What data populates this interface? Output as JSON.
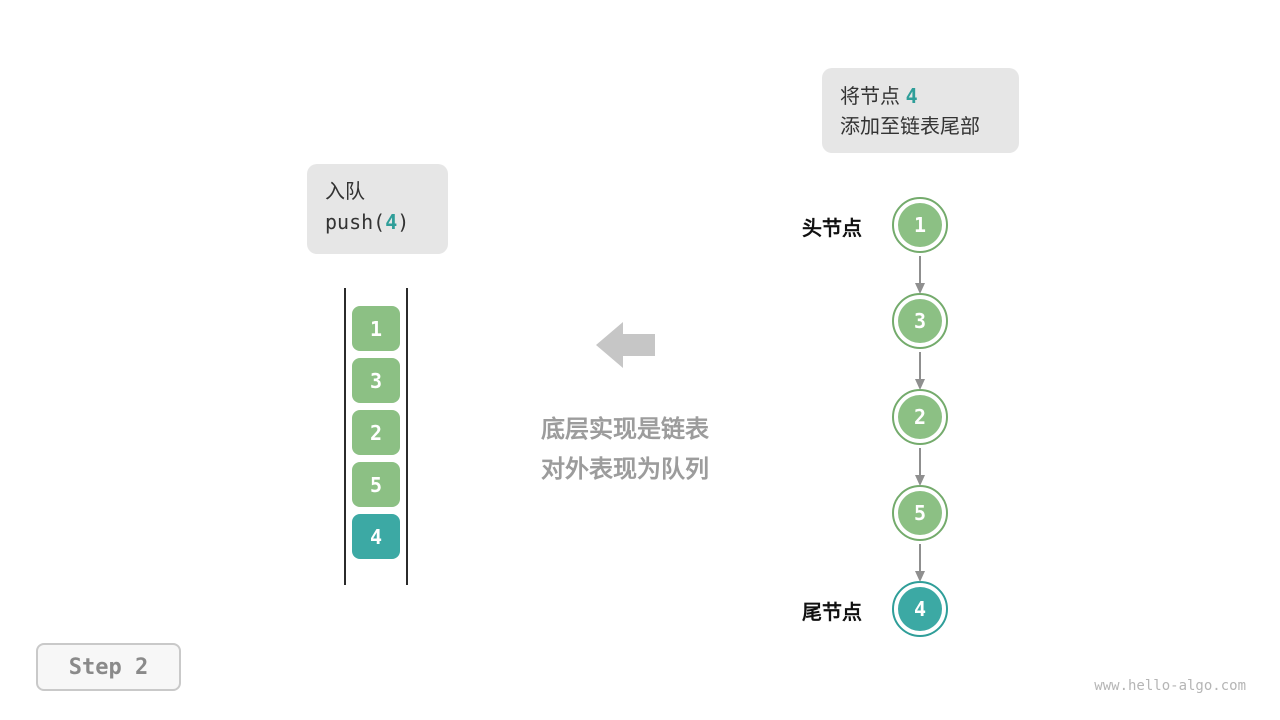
{
  "colors": {
    "node_green": "#8cc084",
    "node_green_ring": "#74ab6c",
    "node_teal": "#3ca9a4",
    "accent_teal_text": "#2f9e99",
    "note_box_bg": "#e6e6e6",
    "caption_gray": "#9c9c9c",
    "arrow_gray": "#c6c6c6",
    "link_arrow_gray": "#8f8f8f"
  },
  "annotation": {
    "line1_prefix": "将节点 ",
    "line1_value": "4",
    "line2": "添加至链表尾部"
  },
  "operation": {
    "title": "入队",
    "code_prefix": "push(",
    "code_value": "4",
    "code_suffix": ")"
  },
  "queue": {
    "items": [
      "1",
      "3",
      "2",
      "5",
      "4"
    ]
  },
  "caption": {
    "line1": "底层实现是链表",
    "line2": "对外表现为队列"
  },
  "linked_list": {
    "head_label": "头节点",
    "tail_label": "尾节点",
    "nodes": [
      "1",
      "3",
      "2",
      "5",
      "4"
    ]
  },
  "step": {
    "label": "Step 2"
  },
  "watermark": "www.hello-algo.com"
}
